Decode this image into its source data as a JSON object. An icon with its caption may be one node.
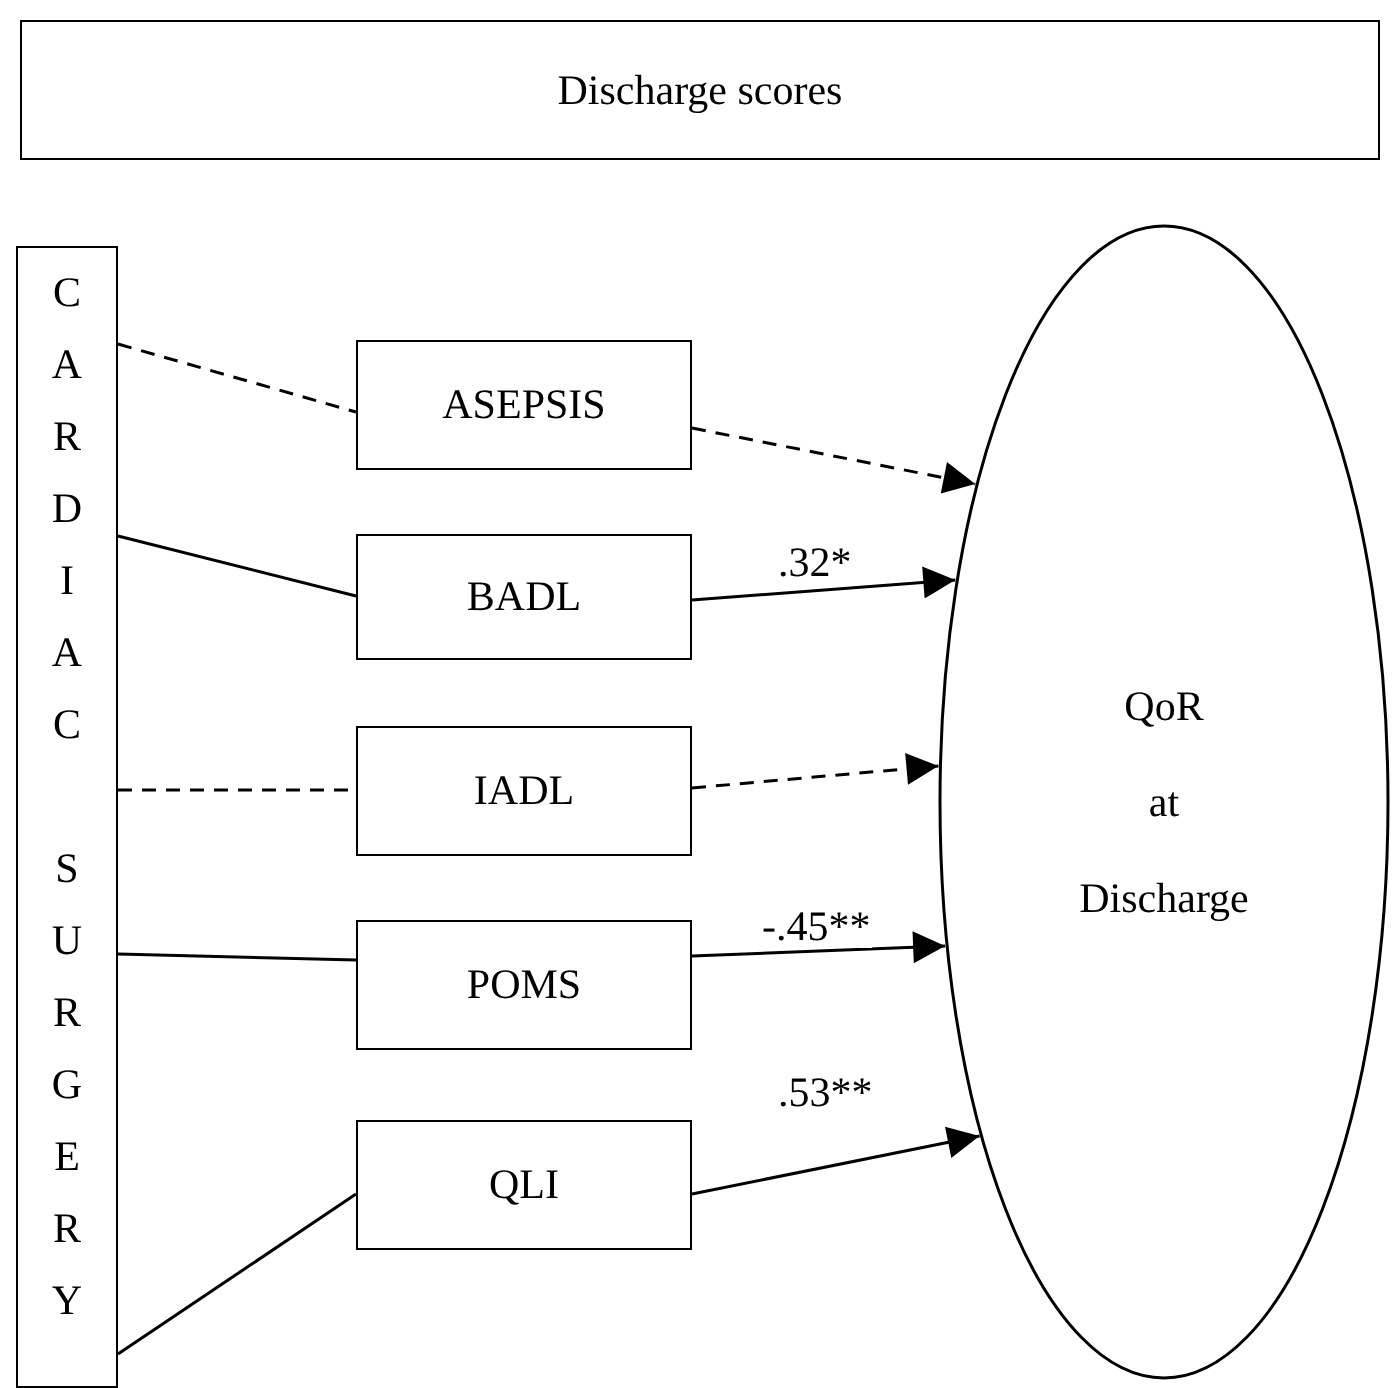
{
  "diagram": {
    "nodes": [
      {
        "text": [
          "Discharge scores"
        ]
      },
      {
        "text": [
          "CARDIAC SURGERY"
        ]
      },
      {
        "text": [
          "ASEPSIS"
        ]
      },
      {
        "text": [
          "BADL"
        ]
      },
      {
        "text": [
          "IADL"
        ]
      },
      {
        "text": [
          "POMS"
        ]
      },
      {
        "text": [
          "QLI"
        ]
      },
      {
        "text": [
          "QoR at Discharge"
        ]
      }
    ],
    "edges": [
      {
        "from": 1,
        "to": 2,
        "arrow": "none",
        "style": "dashed"
      },
      {
        "from": 2,
        "to": 7,
        "arrow": "to",
        "style": "dashed"
      },
      {
        "from": 1,
        "to": 3,
        "arrow": "none"
      },
      {
        "from": 3,
        "to": 7,
        "arrow": "to",
        "label": ".32*"
      },
      {
        "from": 1,
        "to": 4,
        "arrow": "none",
        "style": "dashed"
      },
      {
        "from": 4,
        "to": 7,
        "arrow": "to",
        "style": "dashed"
      },
      {
        "from": 1,
        "to": 5,
        "arrow": "none"
      },
      {
        "from": 5,
        "to": 7,
        "arrow": "to",
        "label": "-.45**"
      },
      {
        "from": 1,
        "to": 6,
        "arrow": "none"
      },
      {
        "from": 6,
        "to": 7,
        "arrow": "to",
        "label": ".53**"
      }
    ]
  }
}
